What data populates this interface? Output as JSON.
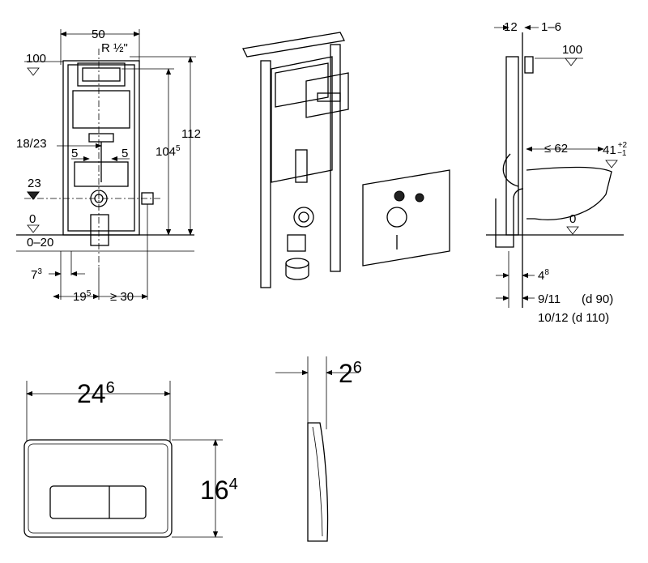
{
  "front_view": {
    "width": "50",
    "thread": "R ½\"",
    "level_100": "100",
    "total_height": "112",
    "height_main": "104",
    "height_sup": "5",
    "pipe_height": "18/23",
    "offset_left": "5",
    "offset_right": "5",
    "level_23": "23",
    "level_0": "0",
    "floor_range": "0–20",
    "leg_base": "7",
    "leg_sup": "3",
    "center_main": "19",
    "center_sup": "5",
    "min_distance": "≥ 30"
  },
  "side_view": {
    "depth": "12",
    "wall_range": "1–6",
    "level_100": "100",
    "max_depth": "≤ 62",
    "seat_height": "41",
    "seat_tol_plus": "+2",
    "seat_tol_minus": "−1",
    "level_0": "0",
    "pipe_offset_main": "4",
    "pipe_offset_sup": "8",
    "pipe_small": "9/11",
    "pipe_small_d": "(d 90)",
    "pipe_large": "10/12 (d 110)"
  },
  "flush_plate": {
    "width_main": "24",
    "width_sup": "6",
    "height_main": "16",
    "height_sup": "4",
    "depth_main": "2",
    "depth_sup": "6"
  }
}
